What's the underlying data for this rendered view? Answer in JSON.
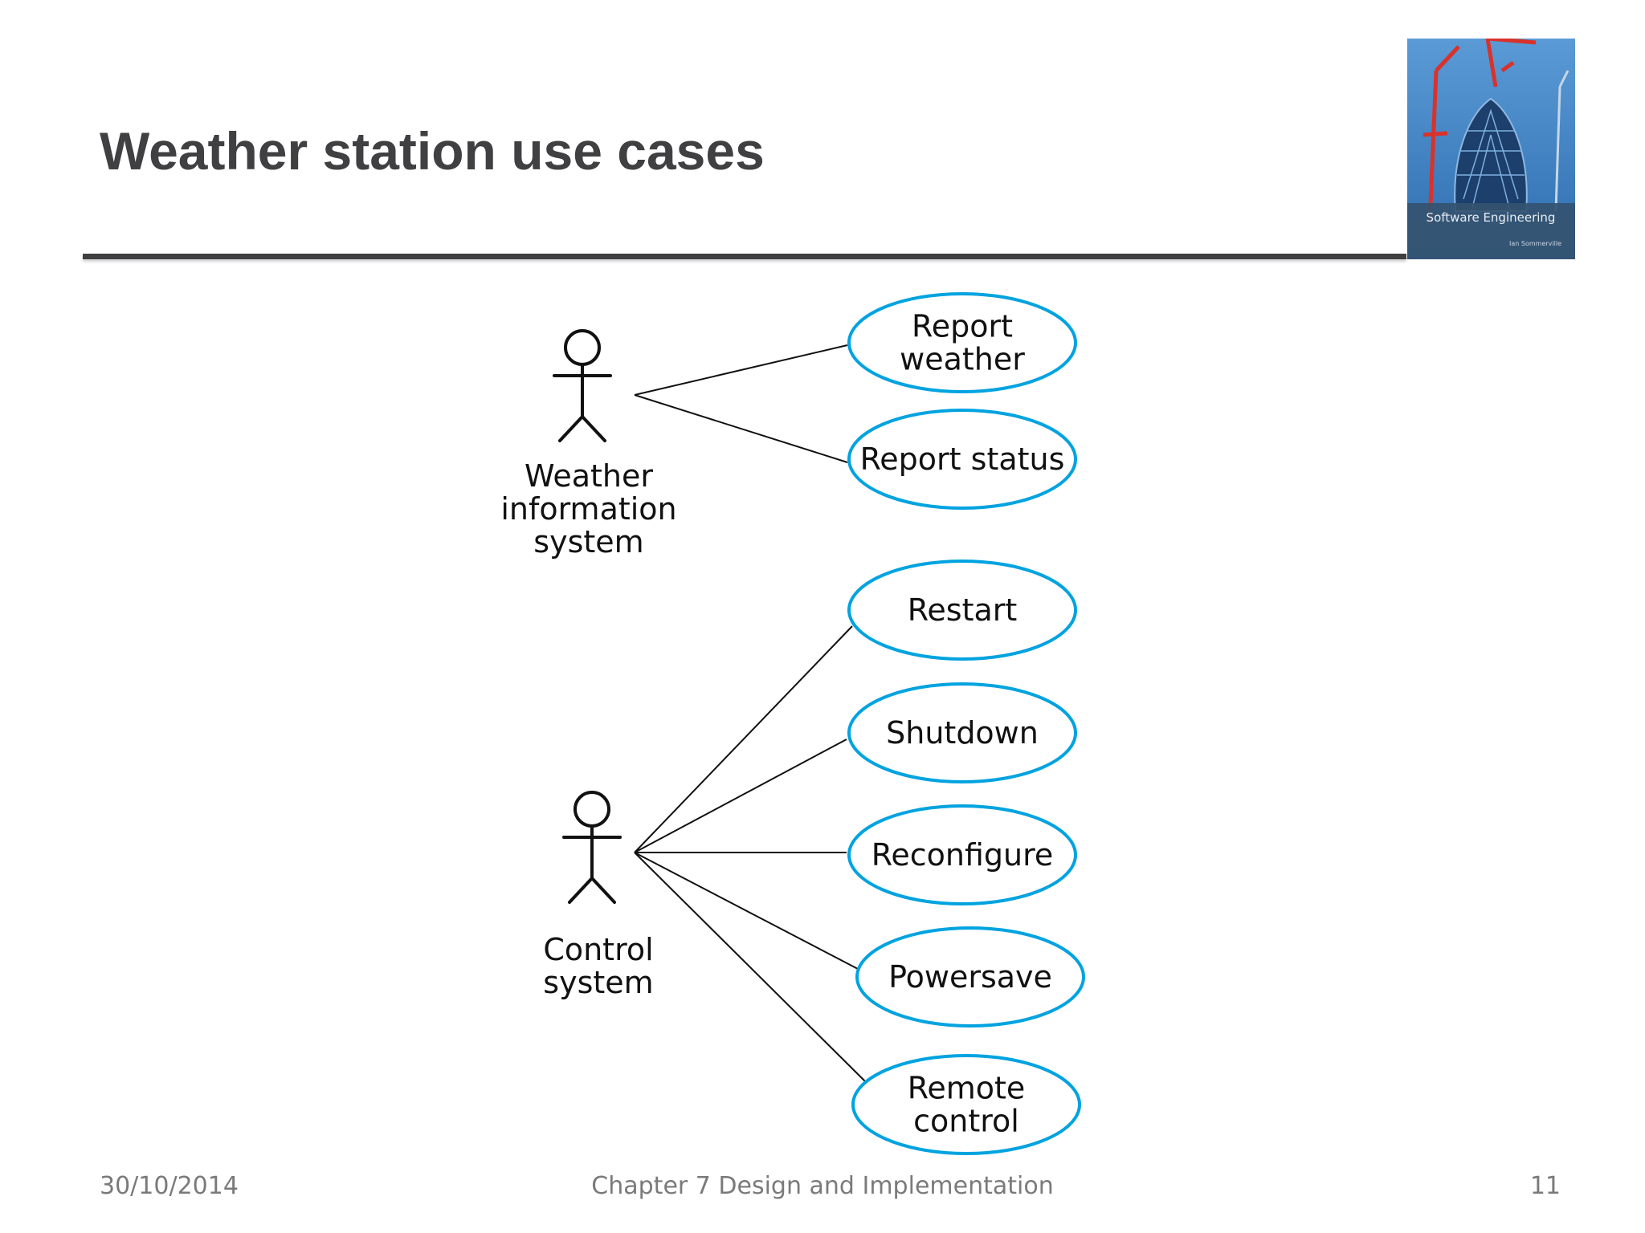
{
  "slide": {
    "title": "Weather station use cases"
  },
  "cover": {
    "title": "Software Engineering",
    "author": "Ian Sommerville",
    "colors": {
      "sky": "#3d86c8",
      "glass": "#1c3f6c",
      "crane": "#d9322b"
    }
  },
  "diagram": {
    "colors": {
      "ellipse_stroke": "#00a3e0",
      "line": "#111111",
      "text": "#111111"
    },
    "actors": [
      {
        "id": "wis",
        "name_lines": [
          "Weather",
          "information",
          "system"
        ]
      },
      {
        "id": "ctl",
        "name_lines": [
          "Control",
          "system"
        ]
      }
    ],
    "use_cases": [
      {
        "id": "report-weather",
        "lines": [
          "Report",
          "weather"
        ],
        "actor": "wis"
      },
      {
        "id": "report-status",
        "lines": [
          "Report status"
        ],
        "actor": "wis"
      },
      {
        "id": "restart",
        "lines": [
          "Restart"
        ],
        "actor": "ctl"
      },
      {
        "id": "shutdown",
        "lines": [
          "Shutdown"
        ],
        "actor": "ctl"
      },
      {
        "id": "reconfigure",
        "lines": [
          "Reconfigure"
        ],
        "actor": "ctl"
      },
      {
        "id": "powersave",
        "lines": [
          "Powersave"
        ],
        "actor": "ctl"
      },
      {
        "id": "remote-control",
        "lines": [
          "Remote",
          "control"
        ],
        "actor": "ctl"
      }
    ]
  },
  "footer": {
    "date": "30/10/2014",
    "chapter": "Chapter 7 Design and Implementation",
    "page": "11"
  }
}
